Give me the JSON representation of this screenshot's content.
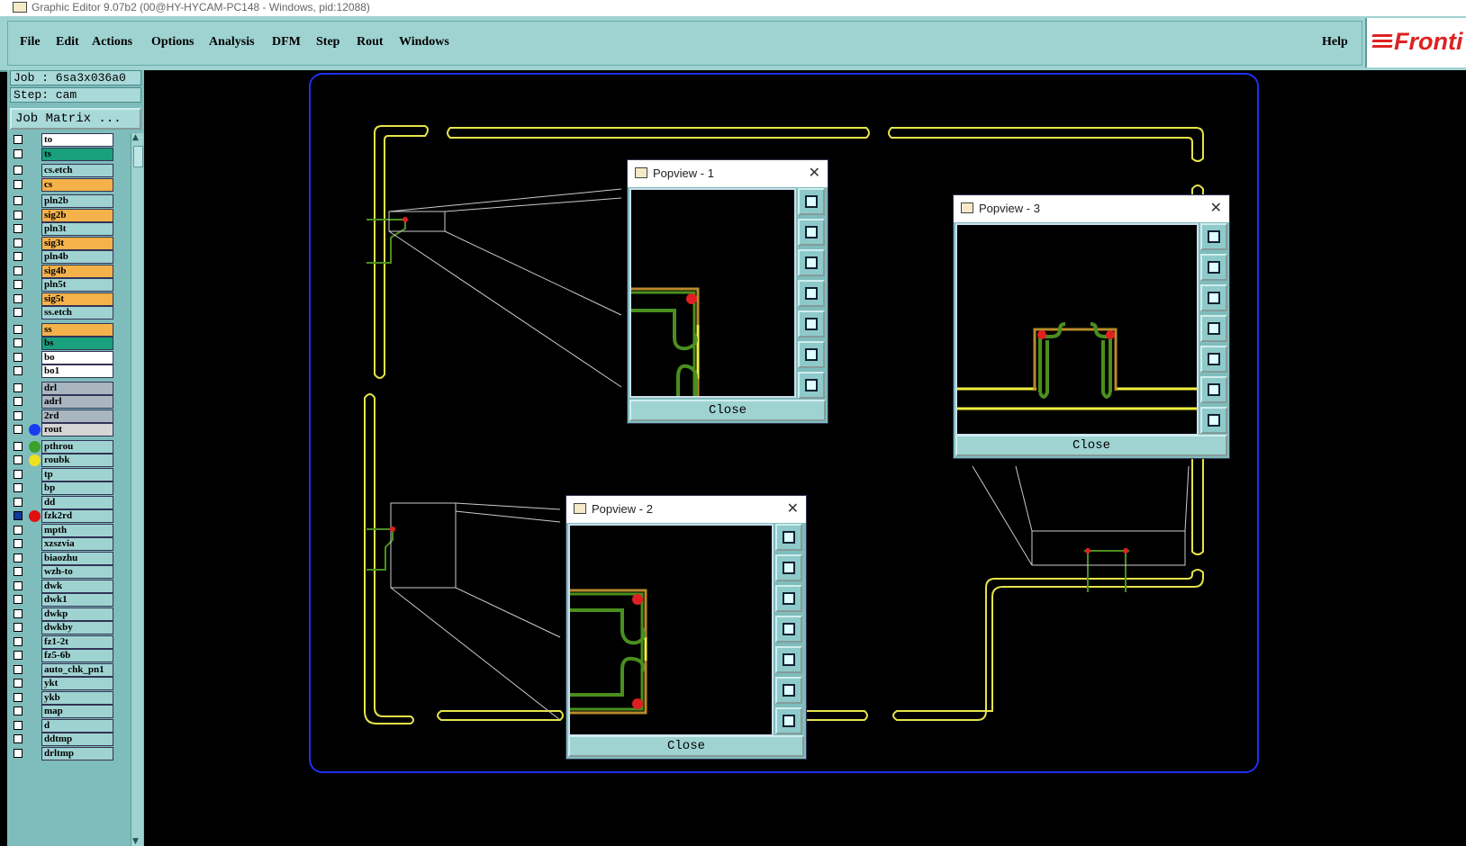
{
  "window": {
    "title": "Graphic Editor 9.07b2 (00@HY-HYCAM-PC148 - Windows, pid:12088)"
  },
  "menu": [
    "File",
    "Edit",
    "Actions",
    "Options",
    "Analysis",
    "DFM",
    "Step",
    "Rout",
    "Windows"
  ],
  "help": "Help",
  "logo": "Fronti",
  "job": {
    "label": "Job : 6sa3x036a0",
    "step": "Step: cam",
    "matrix_button": "Job Matrix ..."
  },
  "layers": [
    {
      "name": "to",
      "color": "#ffffff",
      "dot": ""
    },
    {
      "name": "ts",
      "color": "#1aa07c",
      "dot": ""
    },
    {
      "name": "cs.etch",
      "color": "#9fd3d2",
      "dot": ""
    },
    {
      "name": "cs",
      "color": "#f5b24a",
      "dot": ""
    },
    {
      "name": "pln2b",
      "color": "#9fd3d2",
      "dot": ""
    },
    {
      "name": "sig2b",
      "color": "#f5b24a",
      "dot": ""
    },
    {
      "name": "pln3t",
      "color": "#9fd3d2",
      "dot": ""
    },
    {
      "name": "sig3t",
      "color": "#f5b24a",
      "dot": ""
    },
    {
      "name": "pln4b",
      "color": "#9fd3d2",
      "dot": ""
    },
    {
      "name": "sig4b",
      "color": "#f5b24a",
      "dot": ""
    },
    {
      "name": "pln5t",
      "color": "#9fd3d2",
      "dot": ""
    },
    {
      "name": "sig5t",
      "color": "#f5b24a",
      "dot": ""
    },
    {
      "name": "ss.etch",
      "color": "#9fd3d2",
      "dot": ""
    },
    {
      "name": "ss",
      "color": "#f5b24a",
      "dot": ""
    },
    {
      "name": "bs",
      "color": "#1aa07c",
      "dot": ""
    },
    {
      "name": "bo",
      "color": "#ffffff",
      "dot": ""
    },
    {
      "name": "bo1",
      "color": "#ffffff",
      "dot": ""
    },
    {
      "name": "drl",
      "color": "#a9b6c0",
      "dot": ""
    },
    {
      "name": "adrl",
      "color": "#a9b6c0",
      "dot": ""
    },
    {
      "name": "2rd",
      "color": "#a9b6c0",
      "dot": ""
    },
    {
      "name": "rout",
      "color": "#d5d5d5",
      "dot": "#1a3cf0"
    },
    {
      "name": "pthrou",
      "color": "#9fd3d2",
      "dot": "#3ca02a"
    },
    {
      "name": "roubk",
      "color": "#9fd3d2",
      "dot": "#f0e020"
    },
    {
      "name": "tp",
      "color": "#9fd3d2",
      "dot": ""
    },
    {
      "name": "bp",
      "color": "#9fd3d2",
      "dot": ""
    },
    {
      "name": "dd",
      "color": "#9fd3d2",
      "dot": ""
    },
    {
      "name": "fzk2rd",
      "color": "#9fd3d2",
      "dot": "#e01010",
      "selected": true
    },
    {
      "name": "mpth",
      "color": "#9fd3d2",
      "dot": ""
    },
    {
      "name": "xzszvia",
      "color": "#9fd3d2",
      "dot": ""
    },
    {
      "name": "biaozhu",
      "color": "#9fd3d2",
      "dot": ""
    },
    {
      "name": "wzh-to",
      "color": "#9fd3d2",
      "dot": ""
    },
    {
      "name": "dwk",
      "color": "#9fd3d2",
      "dot": ""
    },
    {
      "name": "dwk1",
      "color": "#9fd3d2",
      "dot": ""
    },
    {
      "name": "dwkp",
      "color": "#9fd3d2",
      "dot": ""
    },
    {
      "name": "dwkby",
      "color": "#9fd3d2",
      "dot": ""
    },
    {
      "name": "fz1-2t",
      "color": "#9fd3d2",
      "dot": ""
    },
    {
      "name": "fz5-6b",
      "color": "#9fd3d2",
      "dot": ""
    },
    {
      "name": "auto_chk_pn1",
      "color": "#9fd3d2",
      "dot": ""
    },
    {
      "name": "ykt",
      "color": "#9fd3d2",
      "dot": ""
    },
    {
      "name": "ykb",
      "color": "#9fd3d2",
      "dot": ""
    },
    {
      "name": "map",
      "color": "#9fd3d2",
      "dot": ""
    },
    {
      "name": "d",
      "color": "#9fd3d2",
      "dot": ""
    },
    {
      "name": "ddtmp",
      "color": "#9fd3d2",
      "dot": ""
    },
    {
      "name": "drltmp",
      "color": "#9fd3d2",
      "dot": ""
    }
  ],
  "popups": [
    {
      "title": "Popview - 1",
      "close": "Close"
    },
    {
      "title": "Popview - 2",
      "close": "Close"
    },
    {
      "title": "Popview - 3",
      "close": "Close"
    }
  ]
}
